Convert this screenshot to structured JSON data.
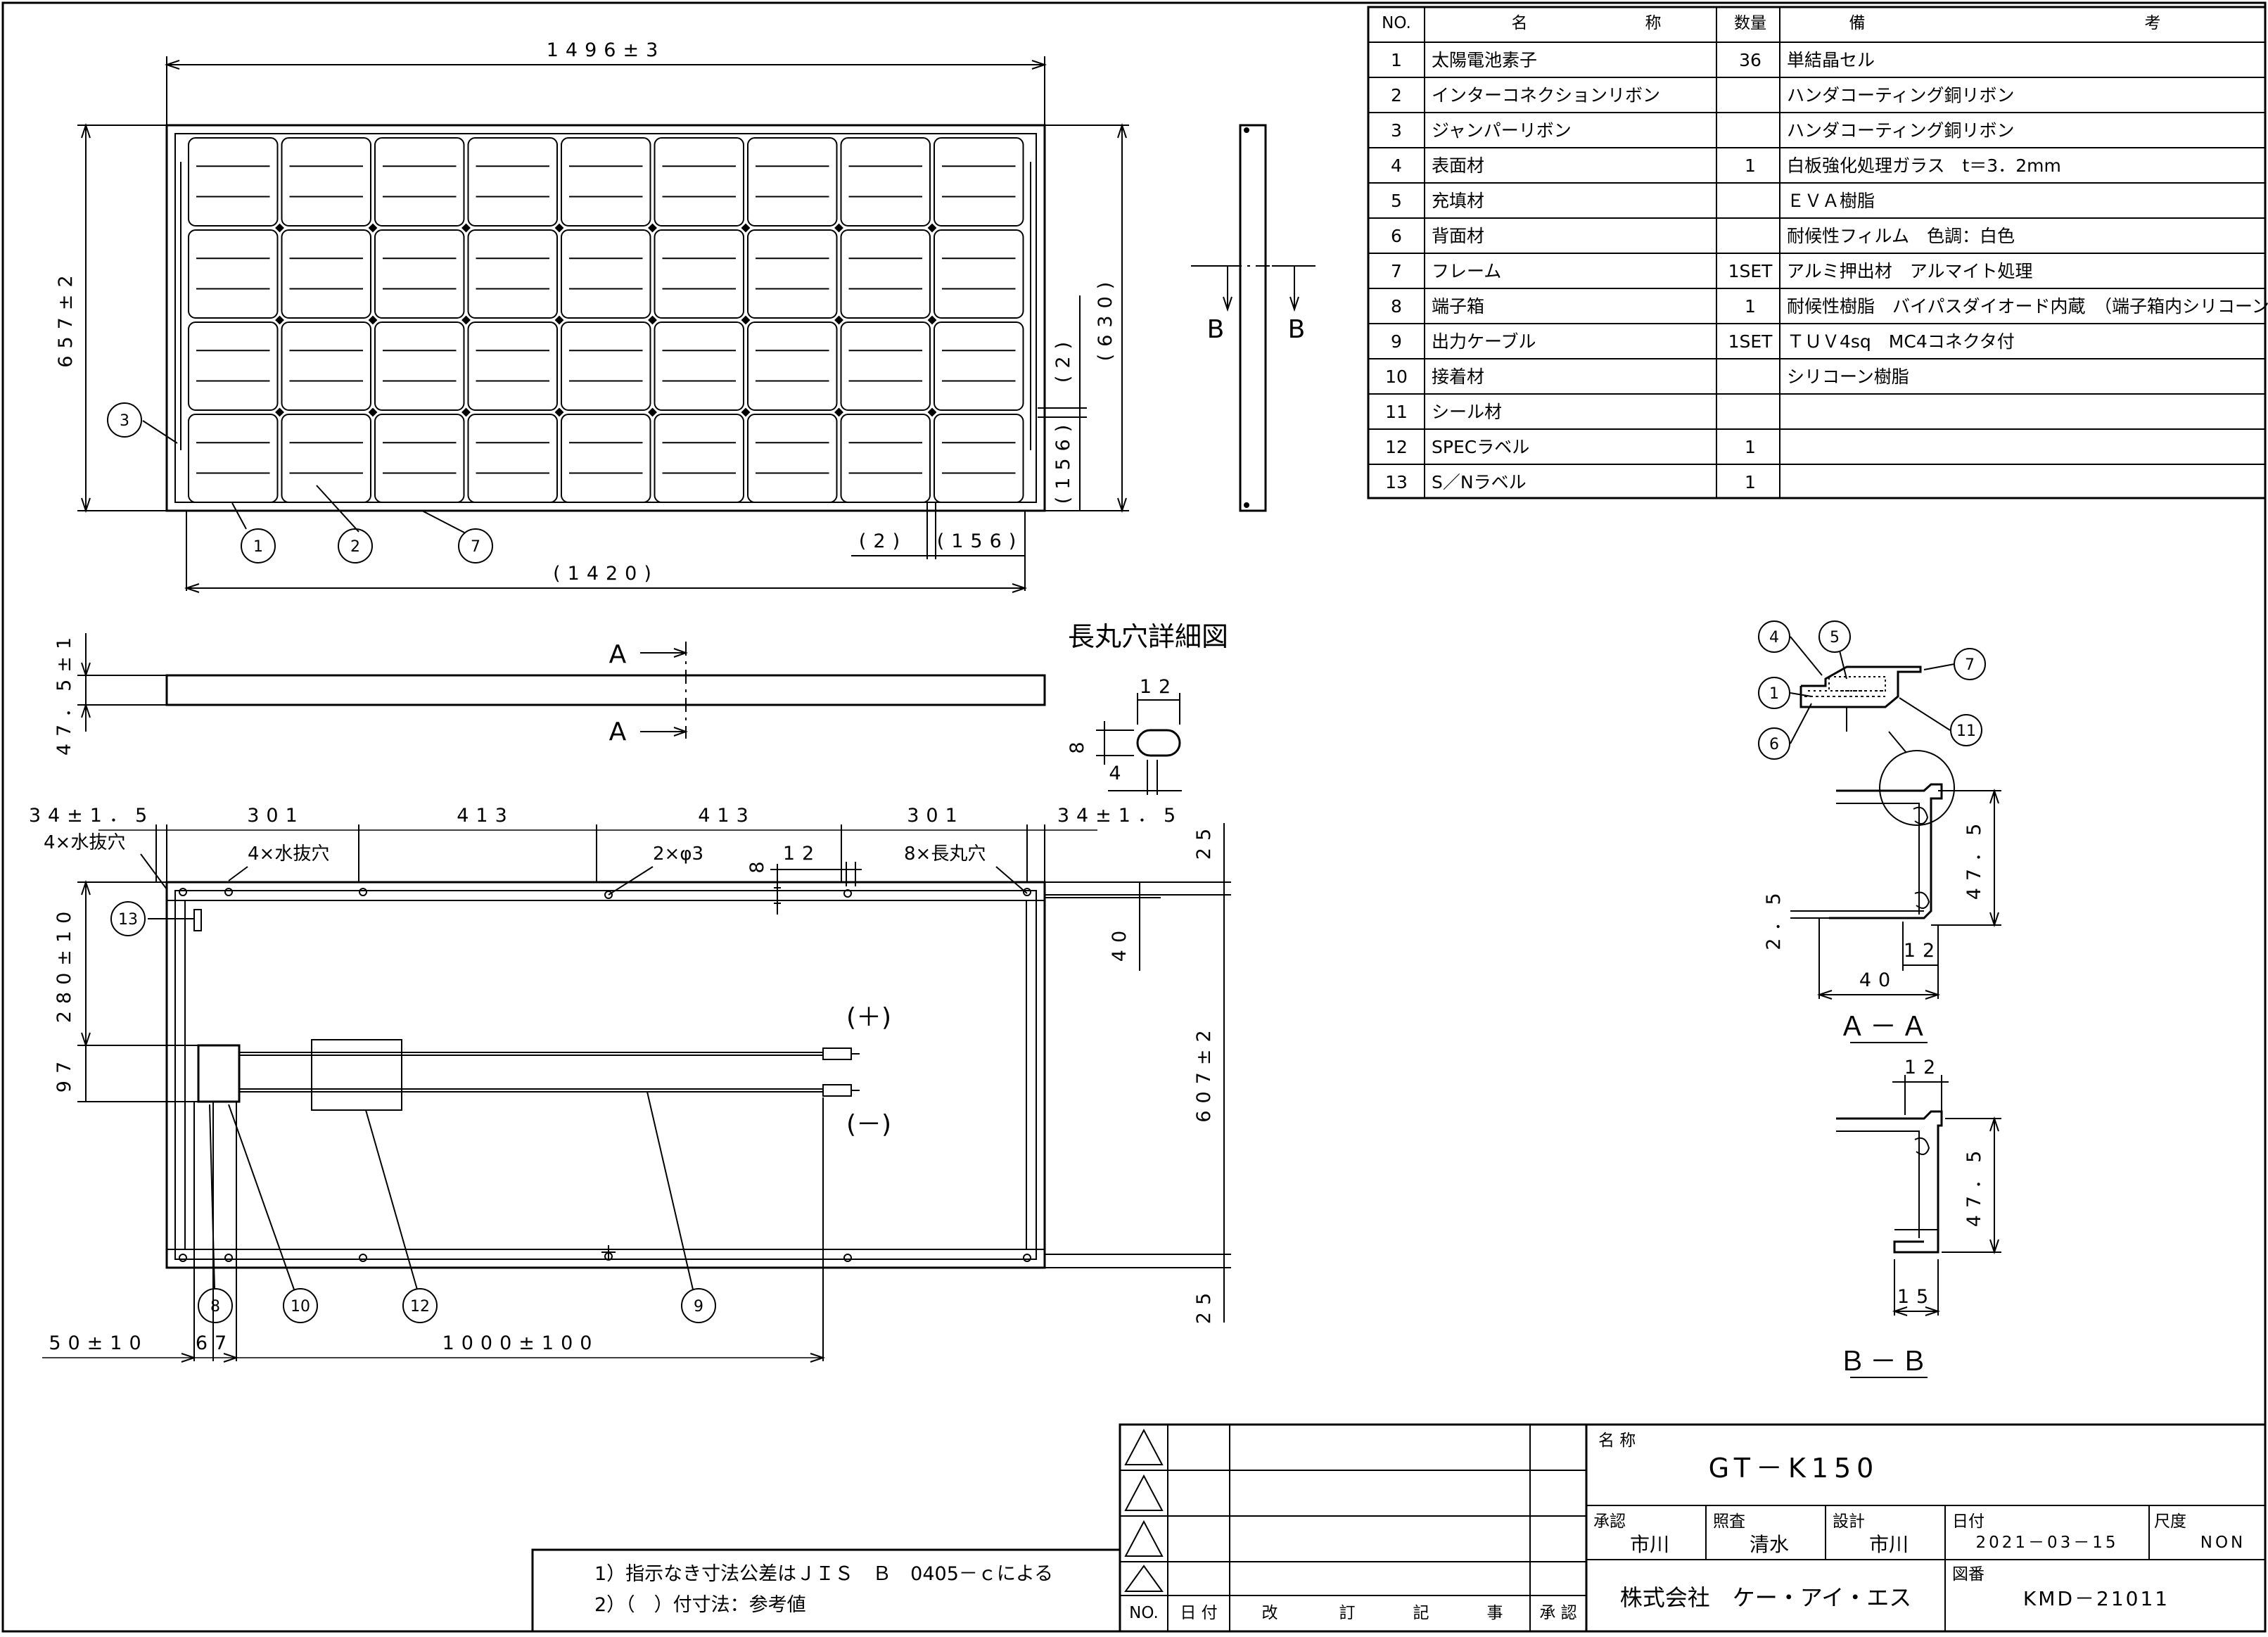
{
  "parts_table": {
    "headers": {
      "no": "NO.",
      "name_a": "名",
      "name_b": "称",
      "qty": "数量",
      "remark_a": "備",
      "remark_b": "考"
    },
    "rows": [
      {
        "no": "1",
        "name": "太陽電池素子",
        "qty": "36",
        "remark": "単結晶セル"
      },
      {
        "no": "2",
        "name": "インターコネクションリボン",
        "qty": "",
        "remark": "ハンダコーティング銅リボン"
      },
      {
        "no": "3",
        "name": "ジャンパーリボン",
        "qty": "",
        "remark": "ハンダコーティング銅リボン"
      },
      {
        "no": "4",
        "name": "表面材",
        "qty": "1",
        "remark": "白板強化処理ガラス　t＝3．2mm"
      },
      {
        "no": "5",
        "name": "充填材",
        "qty": "",
        "remark": "ＥＶＡ樹脂"
      },
      {
        "no": "6",
        "name": "背面材",
        "qty": "",
        "remark": "耐候性フィルム　色調：白色"
      },
      {
        "no": "7",
        "name": "フレーム",
        "qty": "1SET",
        "remark": "アルミ押出材　アルマイト処理"
      },
      {
        "no": "8",
        "name": "端子箱",
        "qty": "1",
        "remark": "耐候性樹脂　バイパスダイオード内蔵　（端子箱内シリコーン充填）"
      },
      {
        "no": "9",
        "name": "出力ケーブル",
        "qty": "1SET",
        "remark": "ＴＵＶ4sq　MC4コネクタ付"
      },
      {
        "no": "10",
        "name": "接着材",
        "qty": "",
        "remark": "シリコーン樹脂"
      },
      {
        "no": "11",
        "name": "シール材",
        "qty": "",
        "remark": ""
      },
      {
        "no": "12",
        "name": "SPECラベル",
        "qty": "1",
        "remark": ""
      },
      {
        "no": "13",
        "name": "S／Nラベル",
        "qty": "1",
        "remark": ""
      }
    ]
  },
  "front_view": {
    "dim_width": "1496±3",
    "dim_height": "657±2",
    "dim_630": "(630)",
    "dim_2_right": "(2)",
    "dim_156_right": "(156)",
    "dim_1420": "(1420)",
    "dim_2_bottom": "(2)",
    "dim_156_bottom": "(156)",
    "balloons": [
      "3",
      "1",
      "2",
      "7"
    ]
  },
  "side_view": {
    "label_left": "B",
    "label_right": "B"
  },
  "section_strip": {
    "dim_left": "47．5±1",
    "label_top": "A",
    "label_bottom": "A"
  },
  "slot_detail": {
    "title": "長丸穴詳細図",
    "dim_12": "12",
    "dim_8": "8",
    "dim_4": "4"
  },
  "back_view": {
    "dims_top": [
      "34±1．5",
      "301",
      "413",
      "413",
      "301",
      "34±1．5"
    ],
    "note_drain_left": "4×水抜穴",
    "note_drain_mid": "4×水抜穴",
    "note_holes": "2×φ3",
    "dim_8": "8",
    "dim_12": "12",
    "note_slots": "8×長丸穴",
    "dim_25_top": "25",
    "dim_40": "40",
    "dim_607": "607±2",
    "dim_25_bottom": "25",
    "dim_280": "280±10",
    "dim_97": "97",
    "plus": "(＋)",
    "minus": "(－)",
    "dim_50": "50±10",
    "dim_67": "67",
    "dim_1000": "1000±100",
    "balloons": [
      "13",
      "8",
      "10",
      "12",
      "9"
    ]
  },
  "sections": {
    "aa": {
      "title": "Ａ－Ａ",
      "balloons": [
        "4",
        "5",
        "7",
        "1",
        "11",
        "6"
      ],
      "dim_475": "47．5",
      "dim_25": "2．5",
      "dim_12": "12",
      "dim_40": "40"
    },
    "bb": {
      "title": "Ｂ－Ｂ",
      "dim_12": "12",
      "dim_475": "47．5",
      "dim_15": "15"
    }
  },
  "notes": {
    "line1": "1）指示なき寸法公差はＪＩＳ　Ｂ　0405－ｃによる",
    "line2": "2）（　）付寸法：参考値"
  },
  "revision": {
    "headers": {
      "no": "NO.",
      "date": "日 付",
      "kai": "改",
      "tei": "訂",
      "ki": "記",
      "ji": "事",
      "approve": "承 認"
    }
  },
  "title_block": {
    "name_label": "名 称",
    "name": "GT－K150",
    "approved_label": "承認",
    "approved": "市川",
    "checked_label": "照査",
    "checked": "清水",
    "designed_label": "設計",
    "designed": "市川",
    "date_label": "日付",
    "date": "2021－03－15",
    "scale_label": "尺度",
    "scale": "NON",
    "company": "株式会社　ケー・アイ・エス",
    "drawing_no_label": "図番",
    "drawing_no": "KMD－21011"
  }
}
